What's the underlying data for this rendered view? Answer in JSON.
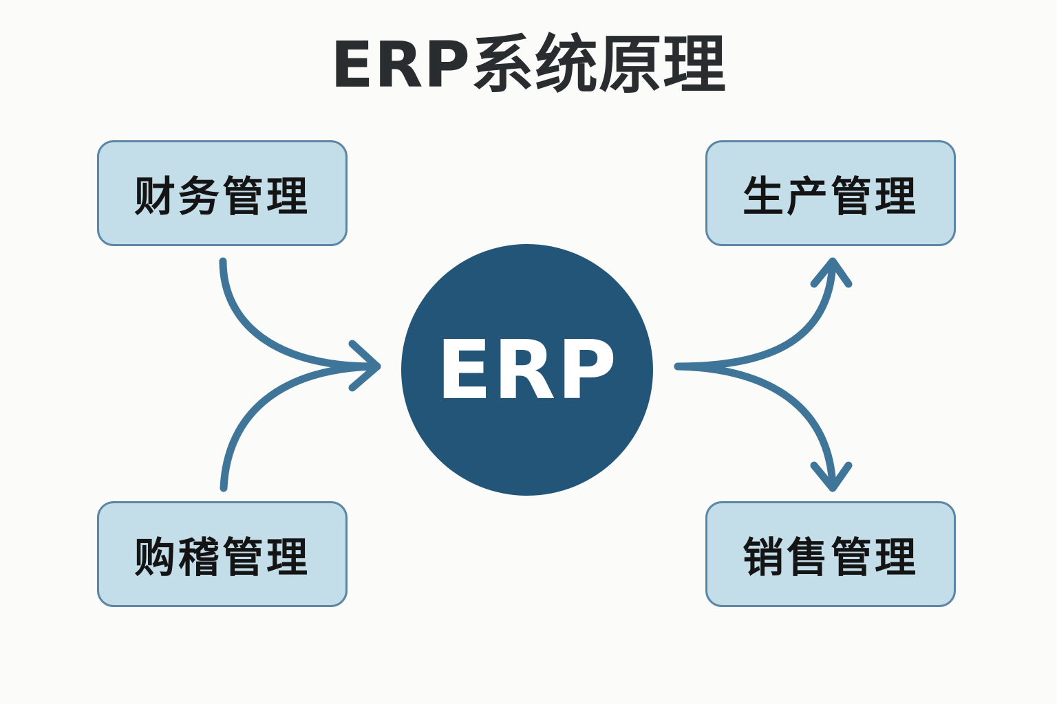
{
  "title": "ERP系统原理",
  "center": {
    "label": "ERP",
    "color": "#235578"
  },
  "modules": {
    "finance": {
      "label": "财务管理",
      "position": "top-left",
      "flow": "into-erp"
    },
    "purchase": {
      "label": "购稽管理",
      "position": "bottom-left",
      "flow": "into-erp"
    },
    "production": {
      "label": "生产管理",
      "position": "top-right",
      "flow": "out-of-erp"
    },
    "sales": {
      "label": "销售管理",
      "position": "bottom-right",
      "flow": "out-of-erp"
    }
  },
  "colors": {
    "background": "#fbfbfa",
    "module_fill": "#c3dde9",
    "module_border": "#5b86a6",
    "arrow": "#3f7599",
    "title_text": "#2a2d2f"
  }
}
